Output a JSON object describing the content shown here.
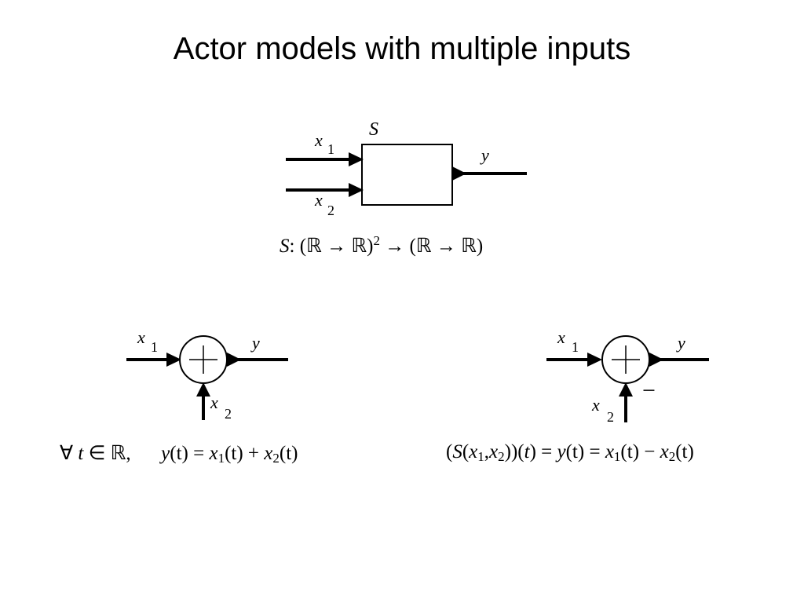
{
  "title": "Actor models with multiple inputs",
  "top_diagram": {
    "actor_label": "S",
    "input1_var": "x",
    "input1_sub": "1",
    "input2_var": "x",
    "input2_sub": "2",
    "output_var": "y"
  },
  "top_equation": {
    "s": "S",
    "colon": ":",
    "domain": "(ℝ → ℝ)",
    "power": "2",
    "codomain": " → (ℝ → ℝ)"
  },
  "adder": {
    "input1_var": "x",
    "input1_sub": "1",
    "input2_var": "x",
    "input2_sub": "2",
    "output_var": "y",
    "symbol": "+"
  },
  "adder_equation": {
    "forall": "∀",
    "t": "t",
    "in_reals": " ∈ ℝ,",
    "y": "y",
    "lhs_arg": "(t) = ",
    "x": "x",
    "sub1": "1",
    "mid": "(t) + ",
    "sub2": "2",
    "tail": "(t)"
  },
  "subtractor": {
    "input1_var": "x",
    "input1_sub": "1",
    "input2_var": "x",
    "input2_sub": "2",
    "output_var": "y",
    "symbol": "+",
    "minus_sign": "−"
  },
  "subtractor_equation": {
    "open": "(",
    "s": "S",
    "open2": "(",
    "x": "x",
    "sub1": "1",
    "comma": ",",
    "sub2": "2",
    "close": "))(",
    "t": "t",
    "eq1": ") = ",
    "y": "y",
    "eq2": "(t) = ",
    "minus": "(t) − ",
    "tail": "(t)"
  }
}
